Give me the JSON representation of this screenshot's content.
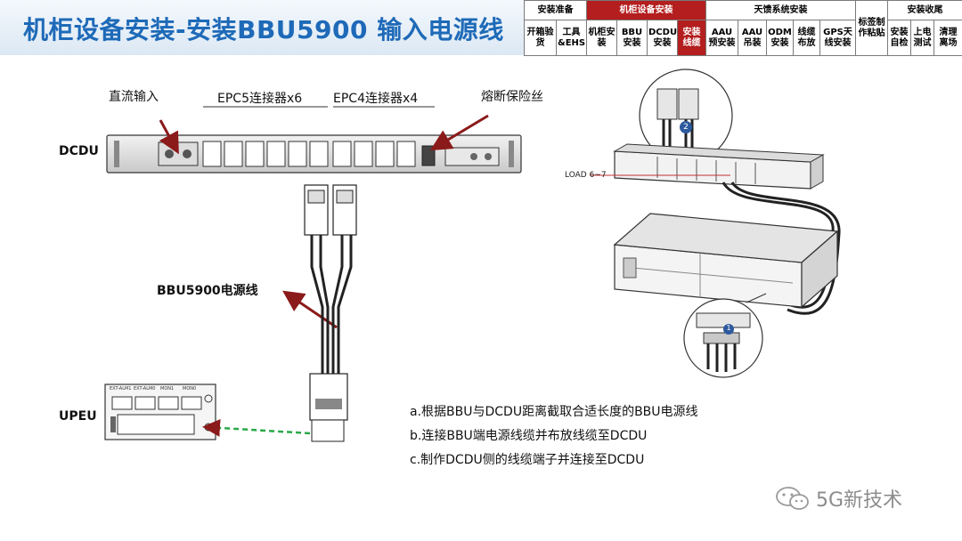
{
  "title": "机柜设备安装-安装BBU5900 输入电源线",
  "phases": {
    "groups": [
      "安装准备",
      "机柜设备安装",
      "天馈系统安装",
      "标签制作粘贴",
      "安装收尾"
    ],
    "steps": [
      "开箱验货",
      "工具&EHS",
      "机柜安装",
      "BBU安装",
      "DCDU安装",
      "安装线缆",
      "AAU预安装",
      "AAU吊装",
      "ODM安装",
      "线缆布放",
      "GPS天线安装",
      "安装自检",
      "上电测试",
      "清理离场"
    ],
    "active_group": "机柜设备安装",
    "active_step": "安装线缆"
  },
  "labels": {
    "dc_input": "直流输入",
    "epc5": "EPC5连接器x6",
    "epc4": "EPC4连接器x4",
    "fuse": "熔断保险丝",
    "dcdu": "DCDU",
    "bbu_cable": "BBU5900电源线",
    "upeu": "UPEU",
    "load": "LOAD 6~7",
    "step_two": "2",
    "step_one": "1"
  },
  "steps_text": [
    "a.根据BBU与DCDU距离截取合适长度的BBU电源线",
    "b.连接BBU端电源线缆并布放线缆至DCDU",
    "c.制作DCDU侧的线缆端子并连接至DCDU"
  ],
  "upeu_ports": [
    "EXT-ALM1",
    "EXT-ALM0",
    "MON1",
    "MON0"
  ],
  "watermark": "5G新技术",
  "colors": {
    "title": "#1e6ab8",
    "active_phase": "#b41e1e",
    "arrow": "#8b1a1a",
    "green_dash": "#2aa84a"
  }
}
